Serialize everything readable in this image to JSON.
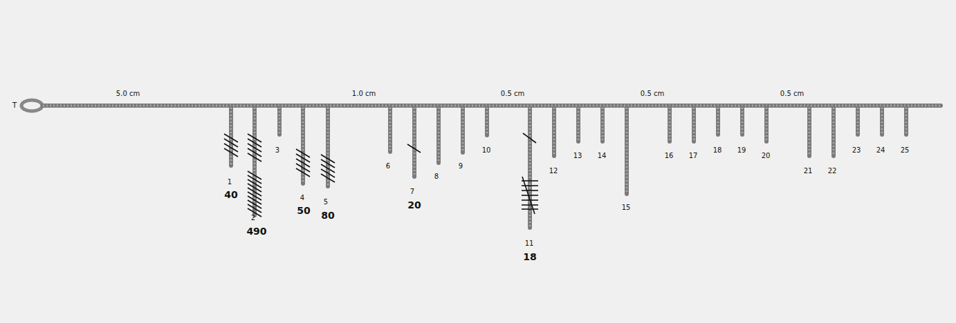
{
  "diagram": {
    "labels": [
      "T",
      "5.0 cm",
      "1.0 cm",
      "0.5 cm",
      "0.5 cm",
      "0.5 cm",
      "1",
      "40",
      "2",
      "490",
      "3",
      "4",
      "50",
      "5",
      "80",
      "6",
      "7",
      "20",
      "8",
      "9",
      "10",
      "11",
      "18",
      "12",
      "13",
      "14",
      "15",
      "16",
      "17",
      "18",
      "19",
      "20",
      "21",
      "22",
      "23",
      "24",
      "25"
    ]
  }
}
